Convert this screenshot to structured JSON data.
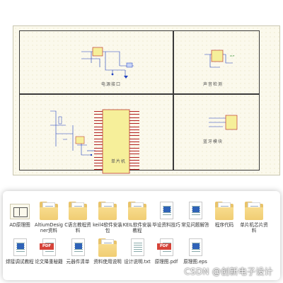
{
  "schematic": {
    "sections": {
      "power": "电源接口",
      "sound": "声音检测",
      "mcu": "单片机",
      "bluetooth": "蓝牙模块"
    },
    "colors": {
      "sheet": "#fbf9ec",
      "wire": "#1e3fbf",
      "ic_body": "#f6ef9a",
      "ic_pin": "#b32020",
      "frame": "#3a3a3a"
    }
  },
  "folder_items": [
    {
      "label": "AD原理图",
      "type": "schematic-thumbnail"
    },
    {
      "label": "AltiumDesigner资料",
      "type": "folder"
    },
    {
      "label": "C语言教程资料",
      "type": "folder"
    },
    {
      "label": "keil4软件安装包",
      "type": "folder"
    },
    {
      "label": "KEIL软件安装教程",
      "type": "folder"
    },
    {
      "label": "毕设资料技巧",
      "type": "document"
    },
    {
      "label": "常见问题解答",
      "type": "document"
    },
    {
      "label": "程序代码",
      "type": "folder"
    },
    {
      "label": "单片机芯片资料",
      "type": "folder"
    },
    {
      "label": "焊接调试教程",
      "type": "document"
    },
    {
      "label": "论文降重秘籍",
      "type": "pdf",
      "badge": "PDF"
    },
    {
      "label": "元器件清单",
      "type": "document"
    },
    {
      "label": "资料使用说明",
      "type": "folder"
    },
    {
      "label": "设计说明.txt",
      "type": "text-file"
    },
    {
      "label": "原理图.pdf",
      "type": "pdf",
      "badge": "PDF"
    },
    {
      "label": "原理图.eps",
      "type": "document"
    }
  ],
  "watermark": "CSDN @创新电子设计"
}
